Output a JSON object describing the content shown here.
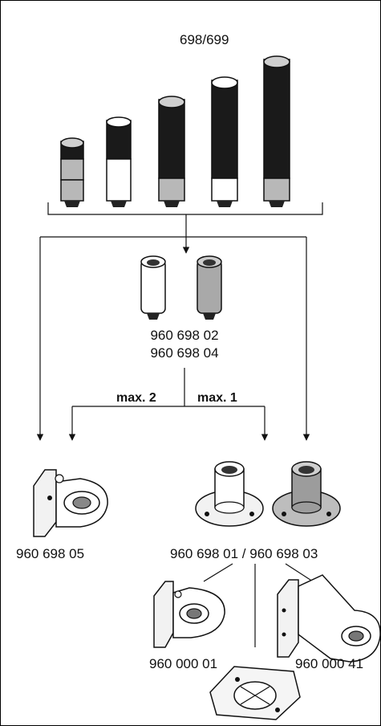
{
  "series_title": "698/699",
  "adapters": {
    "code_a": "960 698 02",
    "code_b": "960 698 04"
  },
  "branch_labels": {
    "left": "max. 2",
    "right": "max. 1"
  },
  "mounts": {
    "wall_bracket": "960 698 05",
    "base_pair": "960 698 01 / 960 698 03",
    "small_bracket": "960 000 01",
    "long_bracket": "960 000 41"
  },
  "colors": {
    "line": "#111111",
    "dark": "#1a1a1a",
    "grey": "#b8b8b8",
    "light": "#ffffff"
  }
}
